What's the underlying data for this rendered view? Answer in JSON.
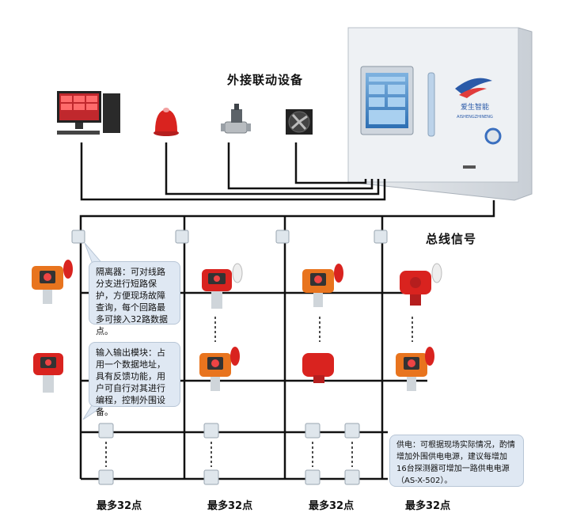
{
  "labels": {
    "external_devices": "外接联动设备",
    "bus_signal": "总线信号"
  },
  "callouts": {
    "isolator": "隔离器：可对线路分支进行短路保护，方便现场故障查询，每个回路最多可接入32路数据点。",
    "io_module": "输入输出模块：占用一个数据地址，具有反馈功能，用户可自行对其进行编程，控制外围设备。",
    "power": "供电：可根据现场实际情况，酌情增加外围供电电源，建议每增加16台探测器可增加一路供电电源（AS-X-502）。"
  },
  "branch_counts": [
    "最多32点",
    "最多32点",
    "最多32点",
    "最多32点"
  ],
  "controller": {
    "brand_cn": "爱生智能",
    "brand_en": "AISHENGZHINENG"
  },
  "colors": {
    "line": "#111111",
    "bubble_bg": "#dfe8f3",
    "detector_orange": "#e8741e",
    "detector_red": "#d9231f",
    "brand_blue": "#2a5aa8"
  }
}
